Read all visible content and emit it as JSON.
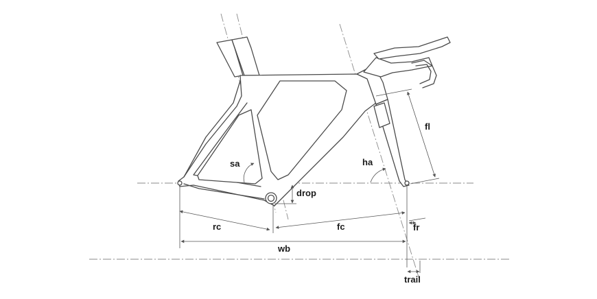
{
  "labels": {
    "sa": "sa",
    "ha": "ha",
    "fl": "fl",
    "drop": "drop",
    "rc": "rc",
    "fc": "fc",
    "fr": "fr",
    "wb": "wb",
    "trail": "trail"
  },
  "colors": {
    "line": "#4a4a4a",
    "centerline": "#8a8a8a",
    "text": "#1a1a1a"
  }
}
